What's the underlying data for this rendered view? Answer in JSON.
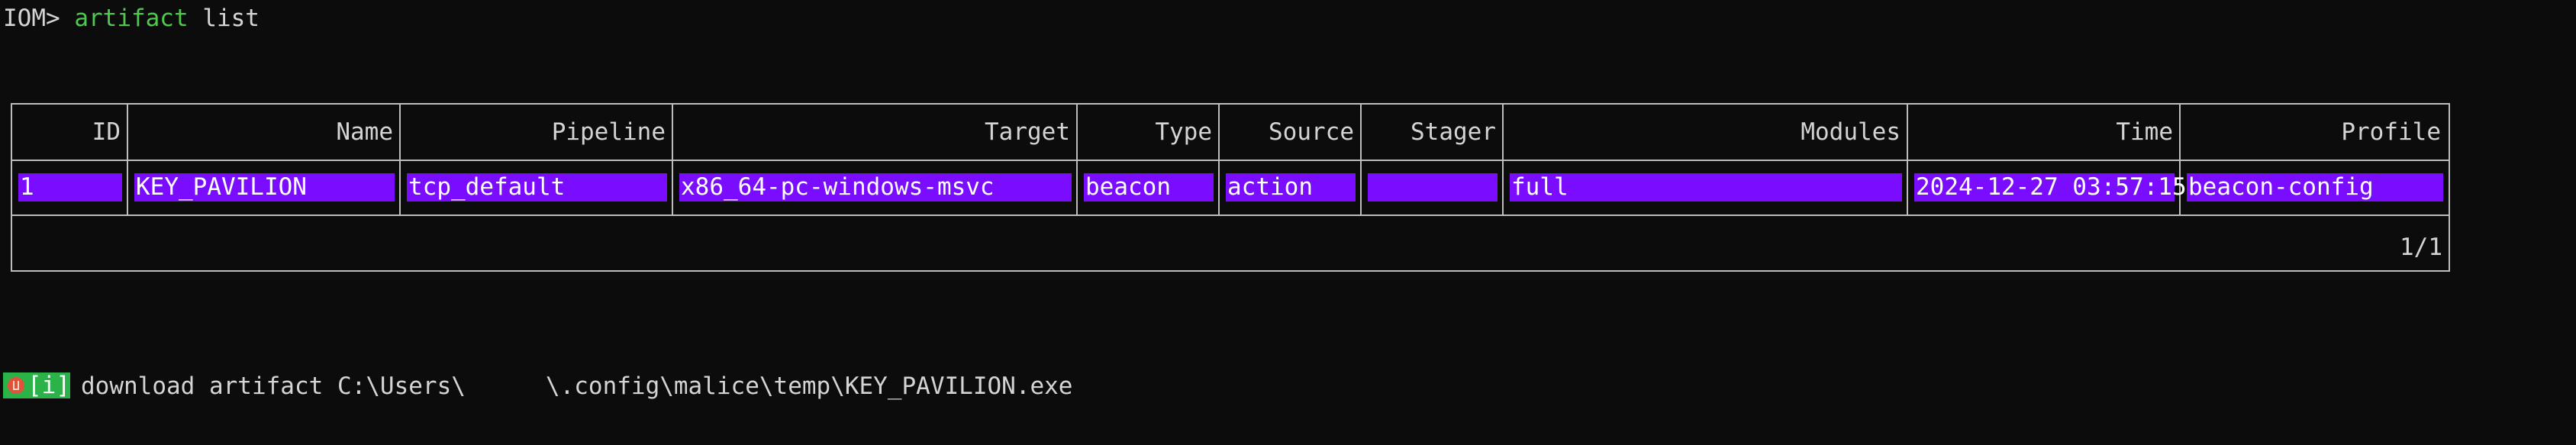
{
  "terminal": {
    "prompt": "IOM>",
    "command": "artifact",
    "argument": "list"
  },
  "table": {
    "columns": [
      "ID",
      "Name",
      "Pipeline",
      "Target",
      "Type",
      "Source",
      "Stager",
      "Modules",
      "Time",
      "Profile"
    ],
    "rows": [
      [
        "1",
        "KEY_PAVILION",
        "tcp_default",
        "x86_64-pc-windows-msvc",
        "beacon",
        "action",
        "",
        "full",
        "2024-12-27 03:57:15",
        "beacon-config"
      ]
    ],
    "pager": "1/1"
  },
  "status": {
    "badge_label": "[i]",
    "message": "download artifact C:\\Users\\",
    "message_tail": "\\.config\\malice\\temp\\KEY_PAVILION.exe"
  },
  "colors": {
    "background": "#0c0c0c",
    "command": "#4ec94e",
    "row_highlight": "#7a0cff",
    "badge": "#2bb34a"
  }
}
